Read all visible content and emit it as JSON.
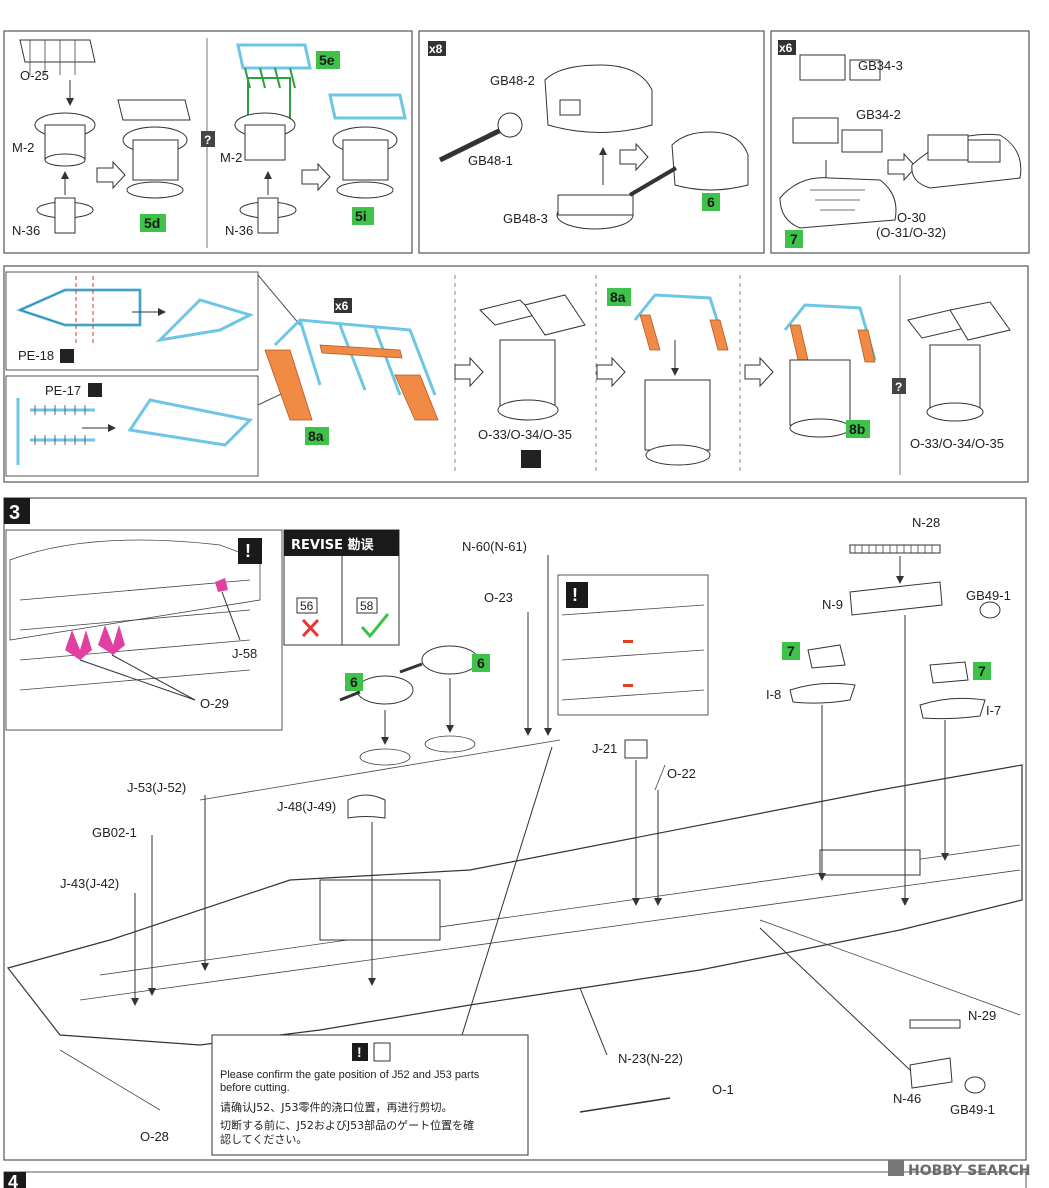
{
  "steps": {
    "step3": "3",
    "step4": "4"
  },
  "multipliers": {
    "x8": "x8",
    "x6a": "x6",
    "x6b": "x6"
  },
  "badges": {
    "b5d": "5d",
    "b5e": "5e",
    "b5i": "5i",
    "b6a": "6",
    "b6b": "6",
    "b6c": "6",
    "b7a": "7",
    "b7b": "7",
    "b7c": "7",
    "b8a1": "8a",
    "b8a2": "8a",
    "b8b": "8b"
  },
  "question": "?",
  "attention": "!",
  "parts": {
    "o25": "O-25",
    "m2a": "M-2",
    "m2b": "M-2",
    "n36a": "N-36",
    "n36b": "N-36",
    "gb48_2": "GB48-2",
    "gb48_1": "GB48-1",
    "gb48_3": "GB48-3",
    "gb34_3": "GB34-3",
    "gb34_2": "GB34-2",
    "o30": "O-30",
    "o31": "(O-31/O-32)",
    "pe18": "PE-18",
    "pe17": "PE-17",
    "o33a": "O-33/O-34/O-35",
    "o33b": "O-33/O-34/O-35",
    "j58": "J-58",
    "o29": "O-29",
    "n60": "N-60(N-61)",
    "o23": "O-23",
    "n28": "N-28",
    "n9": "N-9",
    "gb49a": "GB49-1",
    "i8": "I-8",
    "i7": "I-7",
    "j21": "J-21",
    "o22": "O-22",
    "j53": "J-53(J-52)",
    "j48": "J-48(J-49)",
    "gb02": "GB02-1",
    "j43": "J-43(J-42)",
    "n29": "N-29",
    "n46": "N-46",
    "gb49b": "GB49-1",
    "n23": "N-23(N-22)",
    "o1": "O-1",
    "o28": "O-28"
  },
  "revise": {
    "title": "REVISE 勘误",
    "wrong": "56",
    "right": "58"
  },
  "note": {
    "en1": "Please confirm the gate position of J52 and J53 parts",
    "en2": "before cutting.",
    "zh": "请确认J52、J53零件的浇口位置，再进行剪切。",
    "ja1": "切断する前に、J52およびJ53部品のゲート位置を確",
    "ja2": "認してください。"
  },
  "watermark": "HOBBY SEARCH"
}
